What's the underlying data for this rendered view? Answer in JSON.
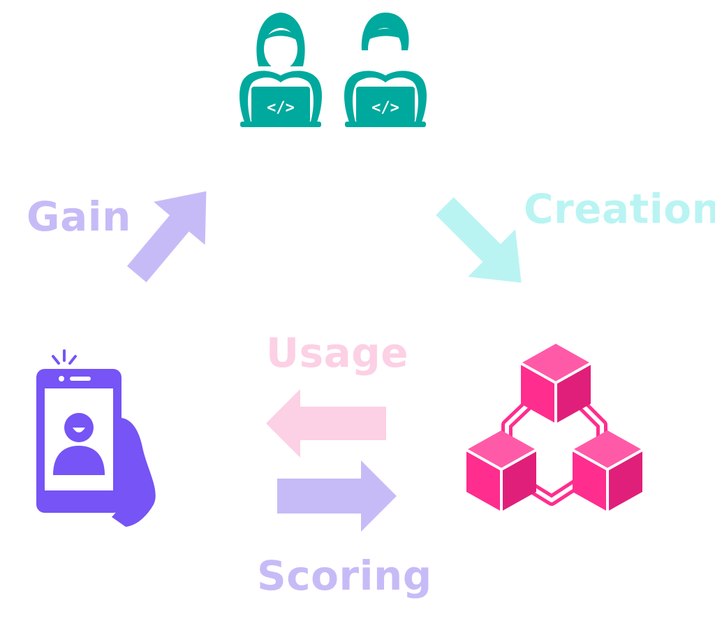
{
  "labels": {
    "gain": "Gain",
    "creation": "Creation",
    "usage": "Usage",
    "scoring": "Scoring"
  },
  "icons": {
    "developers": "developers-icon",
    "blockchain": "blockchain-icon",
    "phone": "smartphone-user-icon"
  },
  "colors": {
    "developers": "#00a99d",
    "blockchain": "#ff2d8e",
    "phone": "#7654f5",
    "gain_arrow": "#c7bbf7",
    "creation_arrow": "#b9f4f3",
    "usage_arrow": "#fcd0e5",
    "scoring_arrow": "#c7bbf7"
  }
}
